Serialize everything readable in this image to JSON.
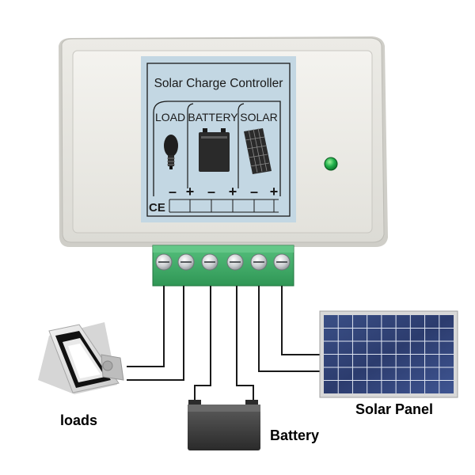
{
  "controller": {
    "title": "Solar Charge Controller",
    "sections": [
      "LOAD",
      "BATTERY",
      "SOLAR"
    ],
    "terminal_signs": [
      "–",
      "+",
      "–",
      "+",
      "–",
      "+"
    ],
    "certification_mark": "CE",
    "indicator_led_color": "#22b14c",
    "terminal_block_color": "#3aaa63"
  },
  "devices": {
    "loads_label": "loads",
    "battery_label": "Battery",
    "solar_panel_label": "Solar Panel"
  }
}
